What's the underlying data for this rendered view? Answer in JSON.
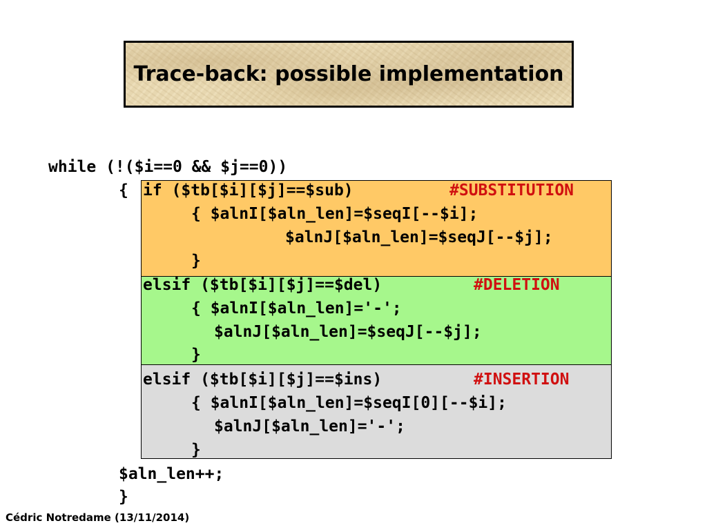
{
  "slide": {
    "title": "Trace-back: possible implementation",
    "footer": "Cédric Notredame (13/11/2014)"
  },
  "code": {
    "line_while": "while (!($i==0 && $j==0))",
    "line_open_brace": "{",
    "sub_if": "if ($tb[$i][$j]==$sub)",
    "sub_comment": "#SUBSTITUTION",
    "sub_body1": "{ $alnI[$aln_len]=$seqI[--$i];",
    "sub_body2": "$alnJ[$aln_len]=$seqJ[--$j];",
    "sub_close": "}",
    "del_elsif": "elsif ($tb[$i][$j]==$del)",
    "del_comment": "#DELETION",
    "del_body1": "{ $alnI[$aln_len]='-';",
    "del_body2": "$alnJ[$aln_len]=$seqJ[--$j];",
    "del_close": "}",
    "ins_elsif": "elsif ($tb[$i][$j]==$ins)",
    "ins_comment": "#INSERTION",
    "ins_body1": "{ $alnI[$aln_len]=$seqI[0][--$i];",
    "ins_body2": "$alnJ[$aln_len]='-';",
    "ins_close": "}",
    "line_increment": "$aln_len++;",
    "line_close_brace": "}"
  },
  "colors": {
    "substitution_block": "#ffc966",
    "deletion_block": "#a6f78c",
    "insertion_block": "#dcdcdc",
    "comment_text": "#d01010"
  }
}
